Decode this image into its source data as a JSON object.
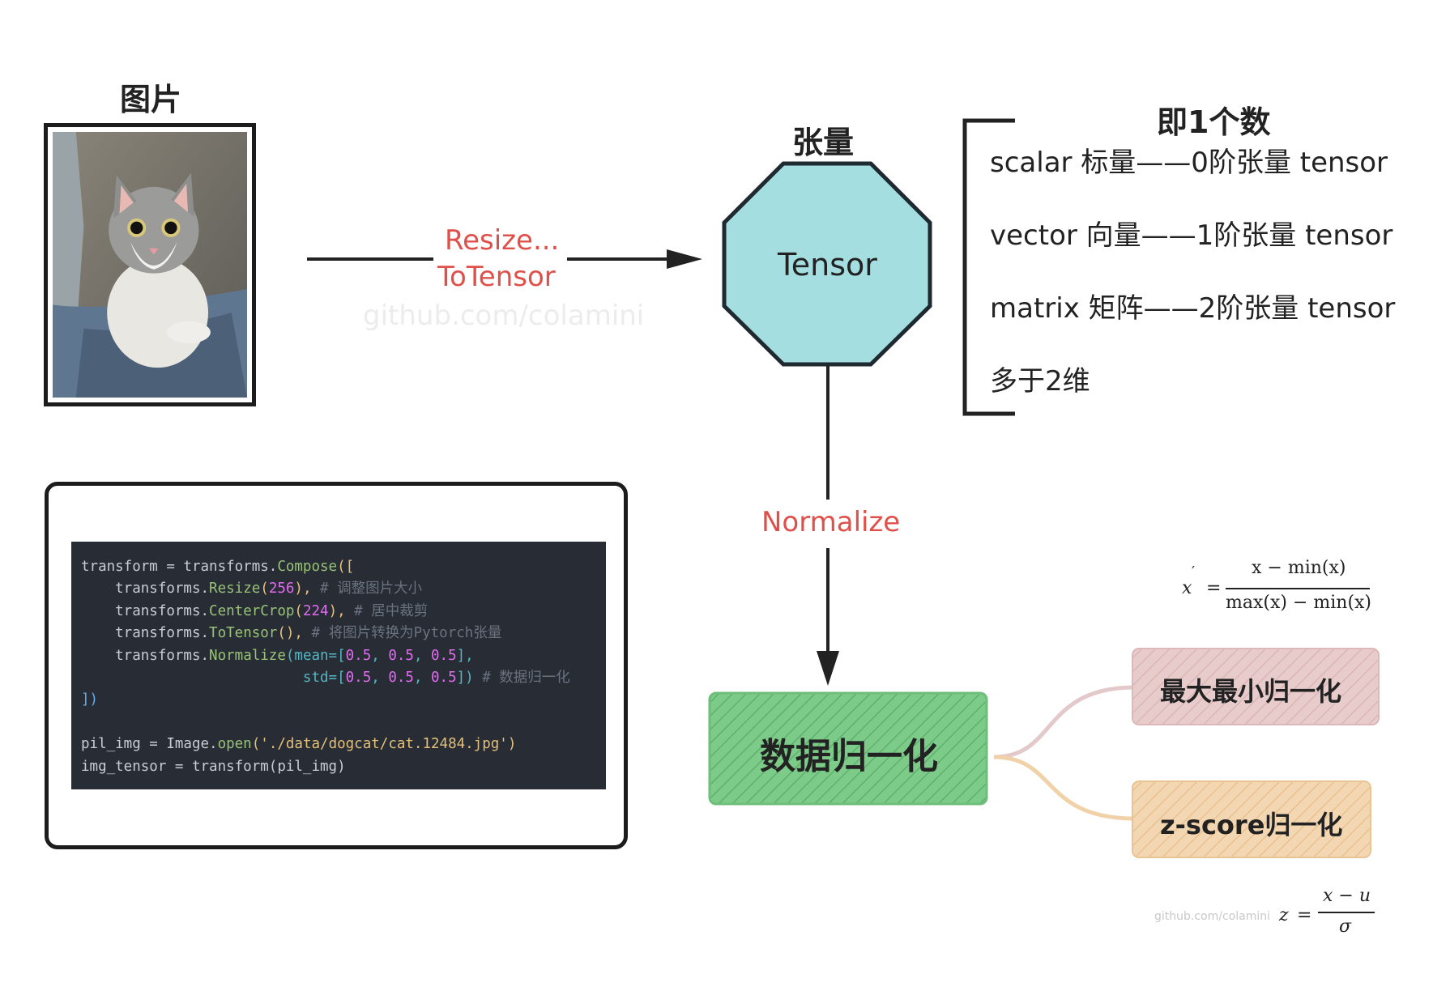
{
  "image_section": {
    "title": "图片"
  },
  "arrow_label": {
    "line1": "Resize...",
    "line2": "ToTensor",
    "watermark": "github.com/colamini"
  },
  "tensor": {
    "title": "张量",
    "label": "Tensor"
  },
  "list": {
    "title": "即1个数",
    "items": [
      "scalar 标量——0阶张量 tensor",
      "vector 向量——1阶张量 tensor",
      "matrix 矩阵——2阶张量 tensor",
      "多于2维"
    ]
  },
  "normalize_label": "Normalize",
  "mindmap": {
    "root": "数据归一化",
    "branch1": "最大最小归一化",
    "branch2": "z-score归一化",
    "colors": {
      "root": "#72c780",
      "branch1": "#e6c4c4",
      "branch2": "#f1d2a8"
    }
  },
  "formula_minmax": {
    "lhs": "x",
    "prime": "′",
    "eq": "=",
    "num": "x − min(x)",
    "den": "max(x) − min(x)"
  },
  "formula_zscore": {
    "lhs": "z",
    "eq": "=",
    "num": "x − u",
    "den": "σ",
    "watermark": "github.com/colamini"
  },
  "code": {
    "line1": {
      "a": "transform = transforms.",
      "b": "Compose",
      "c": "(["
    },
    "line2": {
      "a": "    transforms.",
      "b": "Resize",
      "c": "(",
      "d": "256",
      "e": "), ",
      "f": "# 调整图片大小"
    },
    "line3": {
      "a": "    transforms.",
      "b": "CenterCrop",
      "c": "(",
      "d": "224",
      "e": "), ",
      "f": "# 居中裁剪"
    },
    "line4": {
      "a": "    transforms.",
      "b": "ToTensor",
      "c": "(), ",
      "f": "# 将图片转换为Pytorch张量"
    },
    "line5": {
      "a": "    transforms.",
      "b": "Normalize",
      "c": "(mean=[",
      "d1": "0.5",
      "s1": ", ",
      "d2": "0.5",
      "s2": ", ",
      "d3": "0.5",
      "e": "],"
    },
    "line6": {
      "a": "                          std=[",
      "d1": "0.5",
      "s1": ", ",
      "d2": "0.5",
      "s2": ", ",
      "d3": "0.5",
      "e": "]) ",
      "f": "# 数据归一化"
    },
    "line7": "])",
    "line9": {
      "a": "pil_img = Image.",
      "b": "open",
      "c": "(",
      "d": "'./data/dogcat/cat.12484.jpg'",
      "e": ")"
    },
    "line10": "img_tensor = transform(pil_img)"
  }
}
